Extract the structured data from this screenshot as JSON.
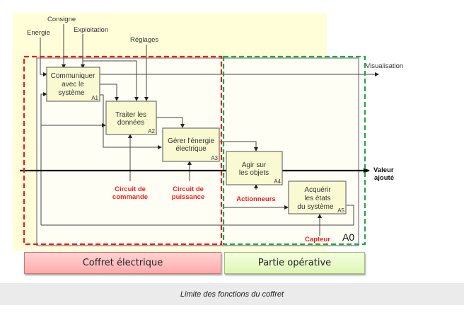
{
  "diagram": {
    "inputs": {
      "energie": "Energie",
      "consigne": "Consigne",
      "exploitation": "Exploitation",
      "reglages": "Réglages"
    },
    "outputs": {
      "visualisation": "Visualisation",
      "valeur_ajoute": [
        "Valeur",
        "ajouté"
      ]
    },
    "functions": [
      {
        "id": "A1",
        "lines": [
          "Communiquer",
          "avec le",
          "système"
        ]
      },
      {
        "id": "A2",
        "lines": [
          "Traiter les",
          "données"
        ]
      },
      {
        "id": "A3",
        "lines": [
          "Gérer l'énergie",
          "électrique"
        ]
      },
      {
        "id": "A4",
        "lines": [
          "Agir sur",
          "les objets"
        ]
      },
      {
        "id": "A5",
        "lines": [
          "Acquérir",
          "les états",
          "du système"
        ]
      }
    ],
    "mechanisms": {
      "circuit_commande": [
        "Circuit de",
        "commande"
      ],
      "circuit_puissance": [
        "Circuit de",
        "puissance"
      ],
      "actionneurs": "Actionneurs",
      "capteur": "Capteur"
    },
    "context_id": "A0",
    "colors": {
      "background": "#fffed9",
      "inner_panel": "#fffef5",
      "box_fill": "#fafad2",
      "coffret_boundary": "#ee1c1c",
      "partie_boundary": "#1fa84a",
      "mechanism_text": "#ee1c1c"
    }
  },
  "legend": {
    "coffret": "Coffret électrique",
    "partie": "Partie opérative"
  },
  "caption": "Limite des fonctions du coffret"
}
